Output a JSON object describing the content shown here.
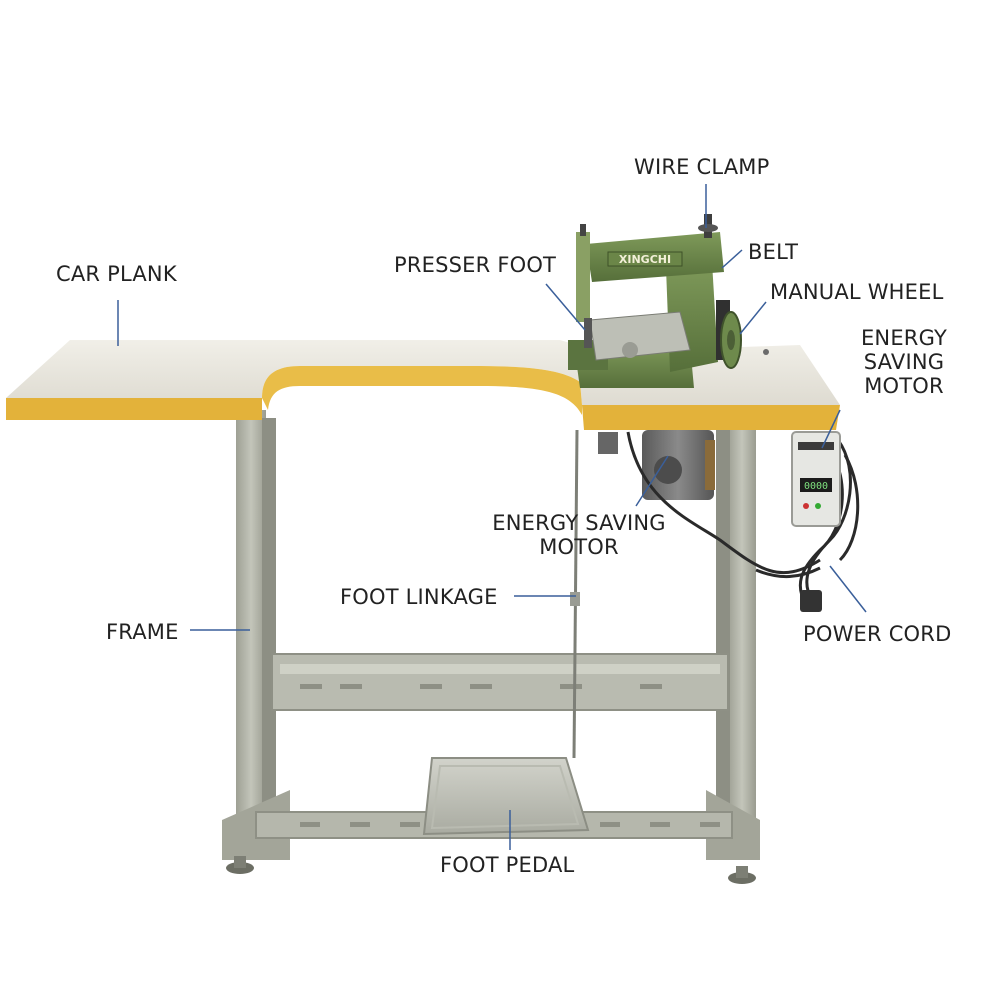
{
  "machine": {
    "brand_plate": "XINGCHI",
    "controller_display": "0000",
    "colors": {
      "table_top": "#eceae2",
      "table_edge": "#e8b53a",
      "frame": "#b7b9ae",
      "frame_dark": "#8f9186",
      "machine_body": "#6f8a4c",
      "machine_dark": "#4e6634",
      "motor": "#707070",
      "cable": "#2a2a2a",
      "leader": "#3a5f9a"
    }
  },
  "labels": {
    "car_plank": "CAR PLANK",
    "wire_clamp": "WIRE CLAMP",
    "presser_foot": "PRESSER FOOT",
    "belt": "BELT",
    "manual_wheel": "MANUAL WHEEL",
    "energy_saving_motor_right": [
      "ENERGY",
      "SAVING",
      "MOTOR"
    ],
    "energy_saving_motor_center": [
      "ENERGY SAVING",
      "MOTOR"
    ],
    "foot_linkage": "FOOT LINKAGE",
    "frame": "FRAME",
    "power_cord": "POWER CORD",
    "foot_pedal": "FOOT PEDAL"
  }
}
